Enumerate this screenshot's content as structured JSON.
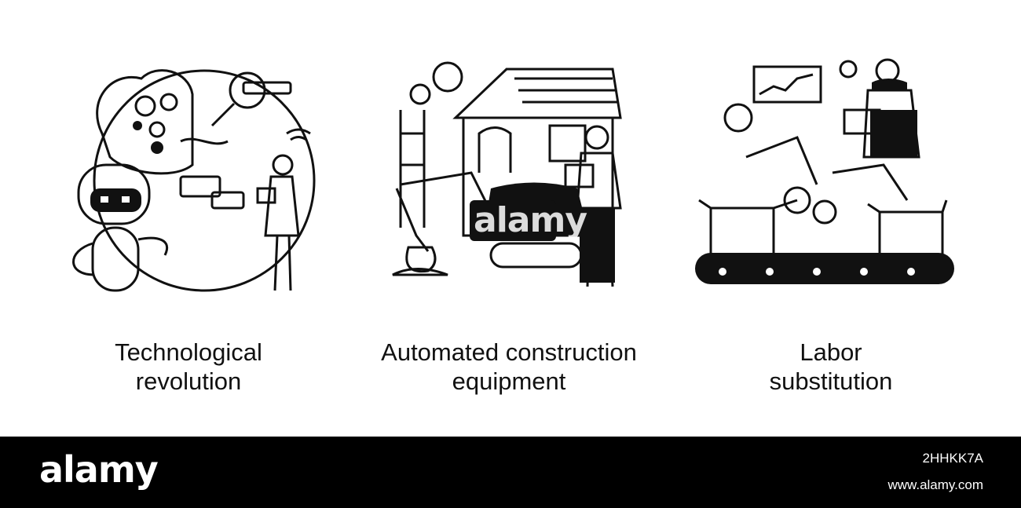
{
  "panels": [
    {
      "caption_line1": "Technological",
      "caption_line2": "revolution",
      "icon": "robot-brain-globe-icon"
    },
    {
      "caption_line1": "Automated construction",
      "caption_line2": "equipment",
      "icon": "excavator-house-icon"
    },
    {
      "caption_line1": "Labor",
      "caption_line2": "substitution",
      "icon": "robot-arm-conveyor-icon"
    }
  ],
  "watermark": {
    "text": "alamy"
  },
  "footer": {
    "logo": "alamy",
    "image_id": "2HHKK7A",
    "site": "www.alamy.com"
  },
  "colors": {
    "ink": "#111111",
    "background": "#ffffff",
    "footer": "#000000"
  }
}
